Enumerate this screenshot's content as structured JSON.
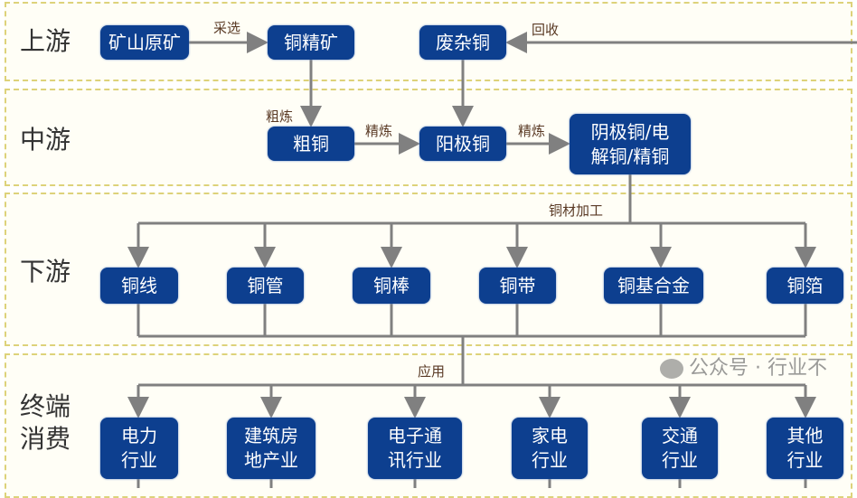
{
  "stages": {
    "upstream": "上游",
    "midstream": "中游",
    "downstream": "下游",
    "terminal_line1": "终端",
    "terminal_line2": "消费"
  },
  "nodes": {
    "ore": "矿山原矿",
    "concentrate": "铜精矿",
    "scrap": "废杂铜",
    "blister": "粗铜",
    "anode": "阳极铜",
    "cathode_line1": "阴极铜/电",
    "cathode_line2": "解铜/精铜",
    "downstream": [
      "铜线",
      "铜管",
      "铜棒",
      "铜带",
      "铜基合金",
      "铜箔"
    ],
    "terminal": [
      {
        "l1": "电力",
        "l2": "行业"
      },
      {
        "l1": "建筑房",
        "l2": "地产业"
      },
      {
        "l1": "电子通",
        "l2": "讯行业"
      },
      {
        "l1": "家电",
        "l2": "行业"
      },
      {
        "l1": "交通",
        "l2": "行业"
      },
      {
        "l1": "其他",
        "l2": "行业"
      }
    ]
  },
  "edge_labels": {
    "mining": "采选",
    "recycle": "回收",
    "smelting": "粗炼",
    "refining1": "精炼",
    "refining2": "精炼",
    "processing": "铜材加工",
    "application": "应用"
  },
  "watermark": "公众号 · 行业不",
  "colors": {
    "box": "#0d3f8f",
    "line": "#808080",
    "band_border": "#ddd27a"
  }
}
